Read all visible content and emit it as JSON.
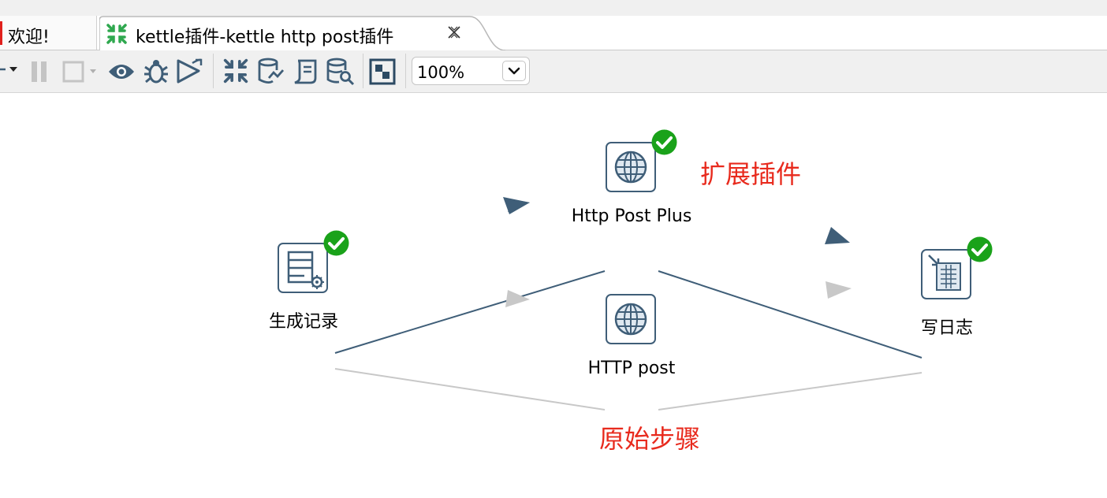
{
  "tabs": {
    "welcome_label": "欢迎!",
    "active_label": "kettle插件-kettle http post插件"
  },
  "toolbar": {
    "zoom_value": "100%"
  },
  "canvas": {
    "steps": {
      "generate": "生成记录",
      "http_post_plus": "Http Post Plus",
      "http_post": "HTTP post",
      "write_log": "写日志"
    },
    "annotations": {
      "extension": "扩展插件",
      "original": "原始步骤"
    }
  },
  "colors": {
    "hop_active": "#3f5e78",
    "hop_inactive": "#c8c8c8",
    "check_green": "#1aa21a",
    "annotation_red": "#e82a1d",
    "welcome_marker": "#e0201c"
  }
}
